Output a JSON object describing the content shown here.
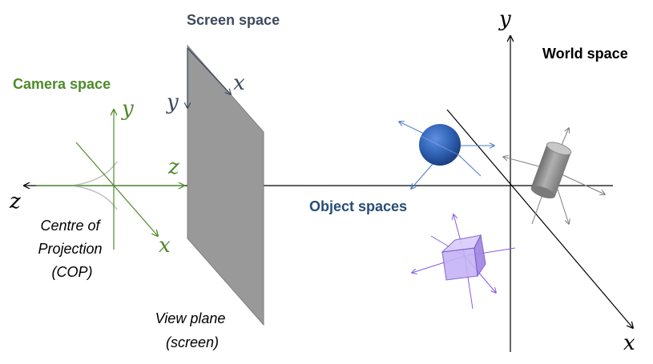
{
  "diagram": {
    "screen_space_label": "Screen space",
    "camera_space_label": "Camera space",
    "world_space_label": "World space",
    "object_spaces_label": "Object spaces",
    "cop_label": [
      "Centre of",
      "Projection",
      "(COP)"
    ],
    "view_plane_label": [
      "View plane",
      "(screen)"
    ],
    "axis_letters": {
      "screen_x": "x",
      "screen_y": "y",
      "camera_y": "y",
      "camera_z": "z",
      "camera_x": "x",
      "world_y": "y",
      "world_x": "x",
      "main_z": "z"
    }
  },
  "colors": {
    "screen_space": "#3e4a5c",
    "camera_space": "#4e8a2a",
    "world_space": "#000000",
    "object_spaces": "#284d78",
    "view_plane_fill": "#999999",
    "sphere": "#2f62b5",
    "sphere_axes": "#4a78c4",
    "cube": "#b39bef",
    "cube_axes": "#8a5be0",
    "cylinder": "#8c8c8c",
    "cylinder_axes": "#808080"
  }
}
